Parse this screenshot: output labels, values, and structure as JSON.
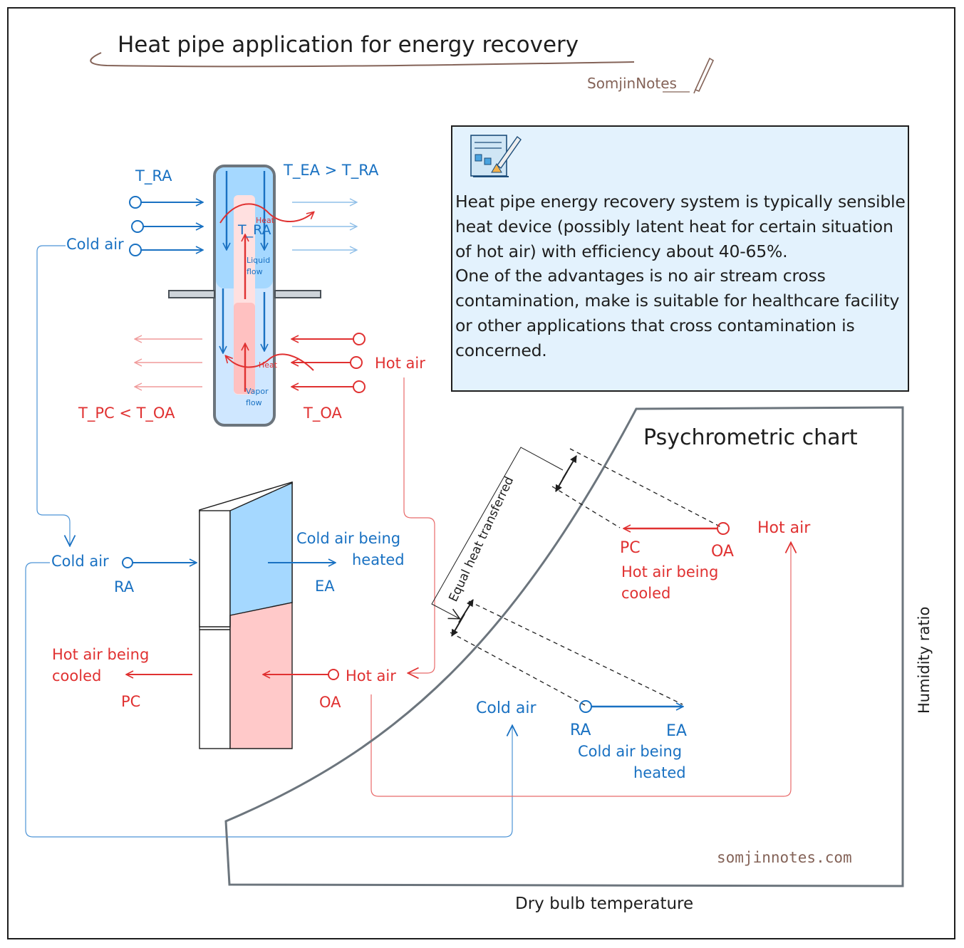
{
  "title": "Heat pipe application for energy recovery",
  "signature": "SomjinNotes",
  "note": "Heat pipe energy recovery system is typically sensible heat device (possibly latent heat for certain situation of hot air) with efficiency about 40-65%.\nOne of the advantages is no air stream cross contamination, make is suitable for healthcare facility or other applications that cross contamination is concerned.",
  "heat_pipe": {
    "t_ra": "T_RA",
    "t_ea": "T_EA > T_RA",
    "t_ra_inner": "T_RA",
    "cold_air": "Cold air",
    "hot_air": "Hot air",
    "t_pc": "T_PC < T_OA",
    "t_oa": "T_OA",
    "heat_top": "Heat",
    "heat_bottom": "Heat",
    "liquid_flow_1": "Liquid",
    "liquid_flow_2": "flow",
    "vapor_flow_1": "Vapor",
    "vapor_flow_2": "flow"
  },
  "exchanger": {
    "cold_air": "Cold air",
    "ra": "RA",
    "cold_heated_1": "Cold air being",
    "cold_heated_2": "heated",
    "ea": "EA",
    "hot_cooled_1": "Hot air being",
    "hot_cooled_2": "cooled",
    "pc": "PC",
    "hot_air": "Hot air",
    "oa": "OA"
  },
  "psychro": {
    "title": "Psychrometric chart",
    "equal_heat": "Equal heat transferred",
    "hot_air": "Hot air",
    "pc": "PC",
    "oa": "OA",
    "hot_cooled_1": "Hot air being",
    "hot_cooled_2": "cooled",
    "cold_air": "Cold air",
    "ra": "RA",
    "ea": "EA",
    "cold_heated_1": "Cold air being",
    "cold_heated_2": "heated",
    "y_axis": "Humidity ratio",
    "x_axis": "Dry bulb temperature",
    "website": "somjinnotes.com"
  },
  "colors": {
    "blue": "#1971c2",
    "red": "#e03131",
    "brown": "#846358",
    "note_bg": "#e3f2fd",
    "gray": "#6c757d"
  }
}
